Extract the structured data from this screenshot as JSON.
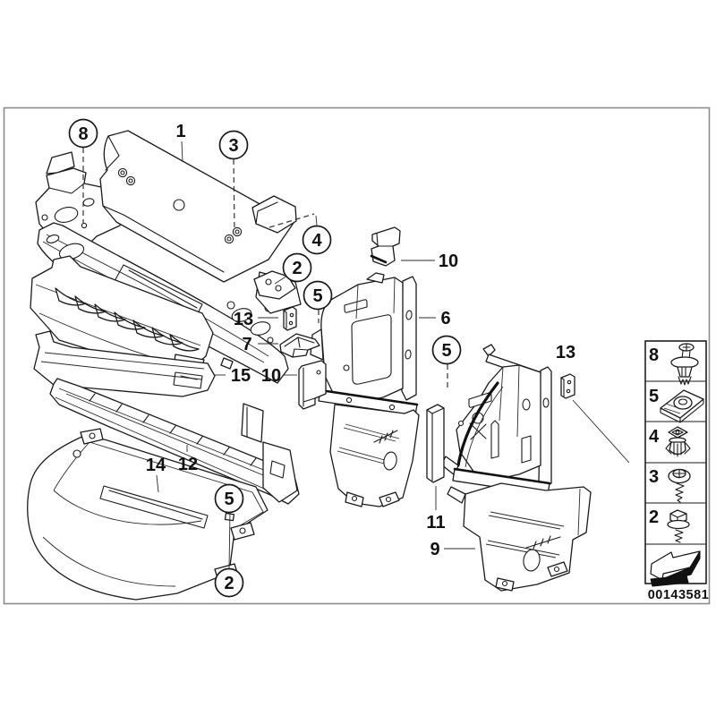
{
  "diagram": {
    "callouts": {
      "c8": "8",
      "c3": "3",
      "c4": "4",
      "c2_top": "2",
      "c5_top": "5",
      "c5_right": "5",
      "c5_bottom": "5",
      "c2_bottom": "2"
    },
    "part_labels": {
      "p1": "1",
      "p13_left": "13",
      "p7": "7",
      "p15": "15",
      "p10_left": "10",
      "p10_top": "10",
      "p6": "6",
      "p13_right": "13",
      "p14": "14",
      "p12": "12",
      "p11": "11",
      "p9": "9"
    }
  },
  "legend": {
    "rows": [
      {
        "number": "8",
        "icon": "expanding-rivet-icon"
      },
      {
        "number": "5",
        "icon": "speed-nut-icon"
      },
      {
        "number": "4",
        "icon": "expanding-nut-icon"
      },
      {
        "number": "3",
        "icon": "combi-screw-icon"
      },
      {
        "number": "2",
        "icon": "hex-screw-icon"
      }
    ],
    "direction_arrow": "direction-arrow-icon"
  },
  "footer": {
    "diagram_number": "00143581"
  },
  "colors": {
    "line": "#1a1a1a",
    "frame": "#8c8c8c",
    "background": "#ffffff"
  }
}
